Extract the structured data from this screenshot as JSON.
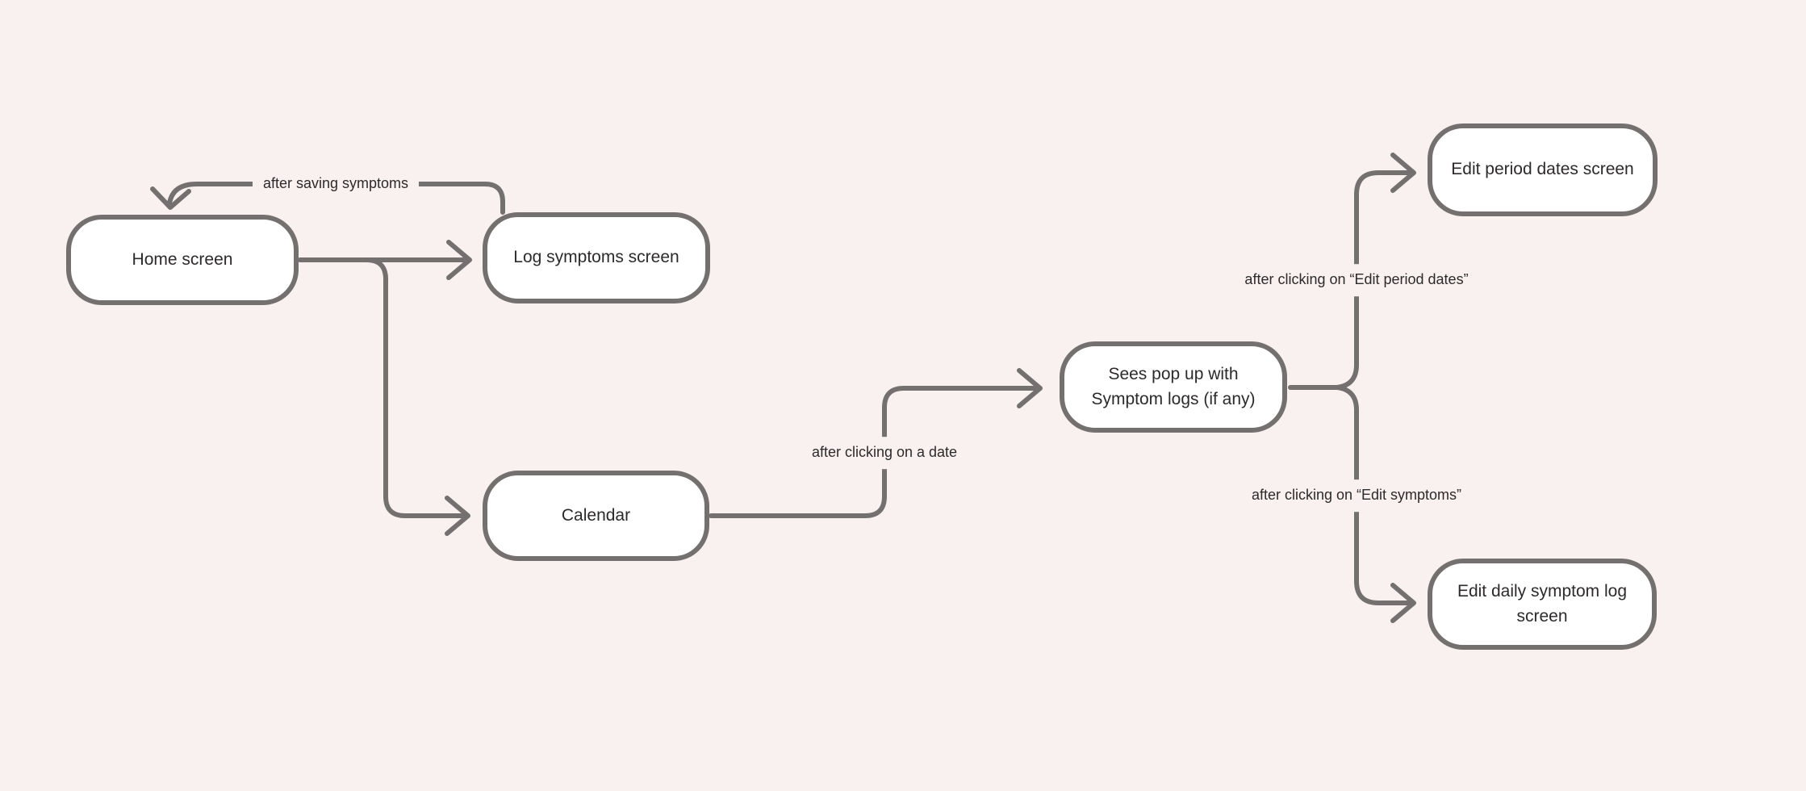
{
  "canvas": {
    "type": "flowchart",
    "background_color": "#F9F1F0",
    "node_fill_color": "#FFFFFF",
    "stroke_color": "#757070",
    "text_color": "#2D2A2B"
  },
  "diagram": {
    "nodes": [
      {
        "id": "home",
        "label": "Home screen"
      },
      {
        "id": "log",
        "label": "Log symptoms screen"
      },
      {
        "id": "calendar",
        "label": "Calendar"
      },
      {
        "id": "popup",
        "label": "Sees pop up with\nSymptom logs (if any)"
      },
      {
        "id": "edit-period",
        "label": "Edit period dates screen"
      },
      {
        "id": "edit-daily",
        "label": "Edit daily symptom log\nscreen"
      }
    ],
    "edges": [
      {
        "from": "home",
        "to": "log",
        "label": ""
      },
      {
        "from": "log",
        "to": "home",
        "label": "after saving symptoms"
      },
      {
        "from": "home",
        "to": "calendar",
        "label": ""
      },
      {
        "from": "calendar",
        "to": "popup",
        "label": "after clicking on a date"
      },
      {
        "from": "popup",
        "to": "edit-period",
        "label": "after clicking on “Edit period dates”"
      },
      {
        "from": "popup",
        "to": "edit-daily",
        "label": "after clicking on “Edit symptoms”"
      }
    ],
    "edge_labels": [
      {
        "id": "after-saving",
        "text": "after saving symptoms"
      },
      {
        "id": "after-date",
        "text": "after clicking on a date"
      },
      {
        "id": "after-edit-period",
        "text": "after clicking on “Edit period dates”"
      },
      {
        "id": "after-edit-symptoms",
        "text": "after clicking on “Edit symptoms”"
      }
    ]
  }
}
